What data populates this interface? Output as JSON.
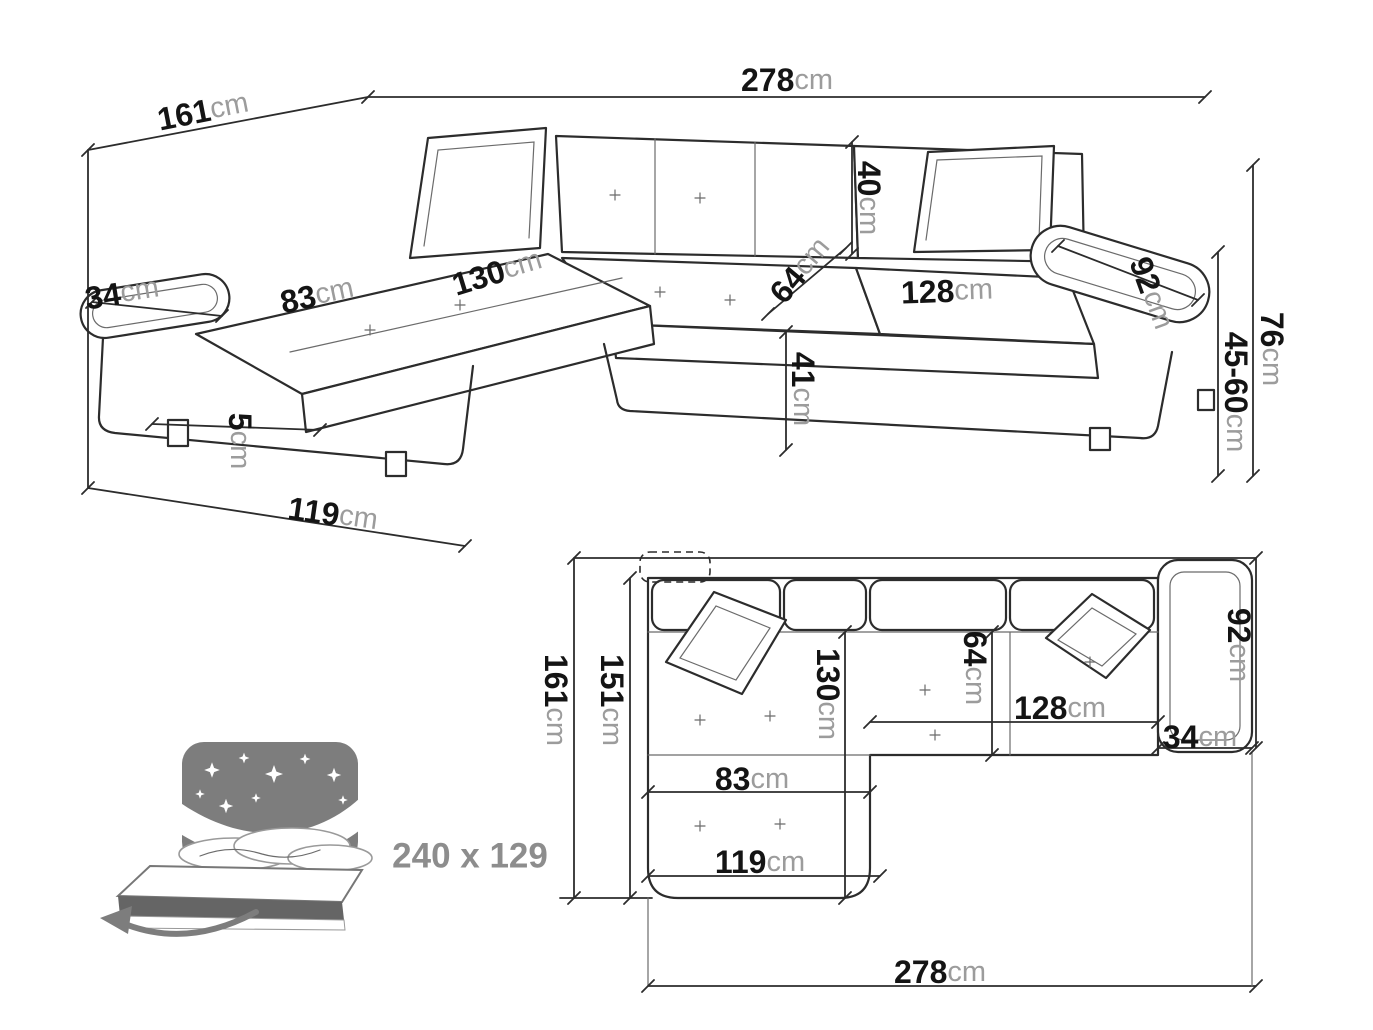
{
  "colors": {
    "line": "#2c2c2c",
    "number": "#141414",
    "unit": "#9c9c9c",
    "bed_gray": "#7d7d7d",
    "bed_label": "#8d8d8d",
    "background": "#ffffff"
  },
  "icons": {
    "star_icon": "4-point-star",
    "fold_out_arrow_icon": "curved-left-arrow"
  },
  "perspective_view": {
    "overall_width": {
      "value": "278",
      "unit": "cm"
    },
    "depth_left": {
      "value": "161",
      "unit": "cm"
    },
    "backrest_height": {
      "value": "40",
      "unit": "cm"
    },
    "seat_depth": {
      "value": "64",
      "unit": "cm"
    },
    "chaise_cushion_length": {
      "value": "130",
      "unit": "cm"
    },
    "chaise_cushion_width": {
      "value": "83",
      "unit": "cm"
    },
    "armrest_width_left": {
      "value": "34",
      "unit": "cm"
    },
    "seat_width": {
      "value": "128",
      "unit": "cm"
    },
    "armrest_length_right": {
      "value": "92",
      "unit": "cm"
    },
    "overall_height": {
      "value": "76",
      "unit": "cm"
    },
    "armrest_height_range": {
      "value": "45-60",
      "unit": "cm"
    },
    "seat_height": {
      "value": "41",
      "unit": "cm"
    },
    "leg_height": {
      "value": "5",
      "unit": "cm"
    },
    "chaise_front_width": {
      "value": "119",
      "unit": "cm"
    }
  },
  "plan_view": {
    "depth_left": {
      "value": "161",
      "unit": "cm"
    },
    "inner_depth": {
      "value": "151",
      "unit": "cm"
    },
    "chaise_length": {
      "value": "130",
      "unit": "cm"
    },
    "seat_depth": {
      "value": "64",
      "unit": "cm"
    },
    "armrest_length_right": {
      "value": "92",
      "unit": "cm"
    },
    "seat_width": {
      "value": "128",
      "unit": "cm"
    },
    "armrest_width_right": {
      "value": "34",
      "unit": "cm"
    },
    "chaise_cushion_width": {
      "value": "83",
      "unit": "cm"
    },
    "chaise_front_width": {
      "value": "119",
      "unit": "cm"
    },
    "overall_width": {
      "value": "278",
      "unit": "cm"
    }
  },
  "sleeping_function": {
    "size_label": "240 x 129"
  }
}
